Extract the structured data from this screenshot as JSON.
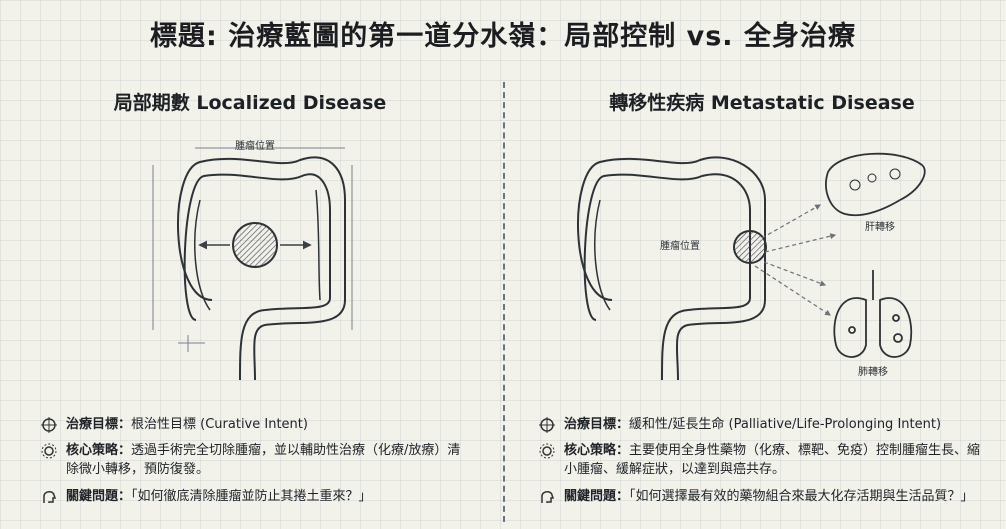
{
  "title": "標題: 治療藍圖的第一道分水嶺：局部控制 vs. 全身治療",
  "left": {
    "heading": "局部期數 Localized Disease",
    "figure_label": "腫瘤位置",
    "rows": [
      {
        "label": "治療目標：",
        "text": "根治性目標 (Curative Intent)",
        "icon": "target-icon"
      },
      {
        "label": "核心策略：",
        "text": "透過手術完全切除腫瘤，並以輔助性治療（化療/放療）清除微小轉移，預防復發。",
        "icon": "gear-icon"
      },
      {
        "label": "關鍵問題：",
        "text": "「如何徹底清除腫瘤並防止其捲土重來？」",
        "icon": "head-icon"
      }
    ]
  },
  "right": {
    "heading": "轉移性疾病 Metastatic Disease",
    "figure_labels": {
      "tumor": "腫瘤位置",
      "liver": "肝轉移",
      "lung": "肺轉移"
    },
    "rows": [
      {
        "label": "治療目標：",
        "text": "緩和性/延長生命 (Palliative/Life-Prolonging Intent)",
        "icon": "target-icon"
      },
      {
        "label": "核心策略：",
        "text": "主要使用全身性藥物（化療、標靶、免疫）控制腫瘤生長、縮小腫瘤、緩解症狀，以達到與癌共存。",
        "icon": "gear-icon"
      },
      {
        "label": "關鍵問題：",
        "text": "「如何選擇最有效的藥物組合來最大化存活期與生活品質？」",
        "icon": "head-icon"
      }
    ]
  }
}
